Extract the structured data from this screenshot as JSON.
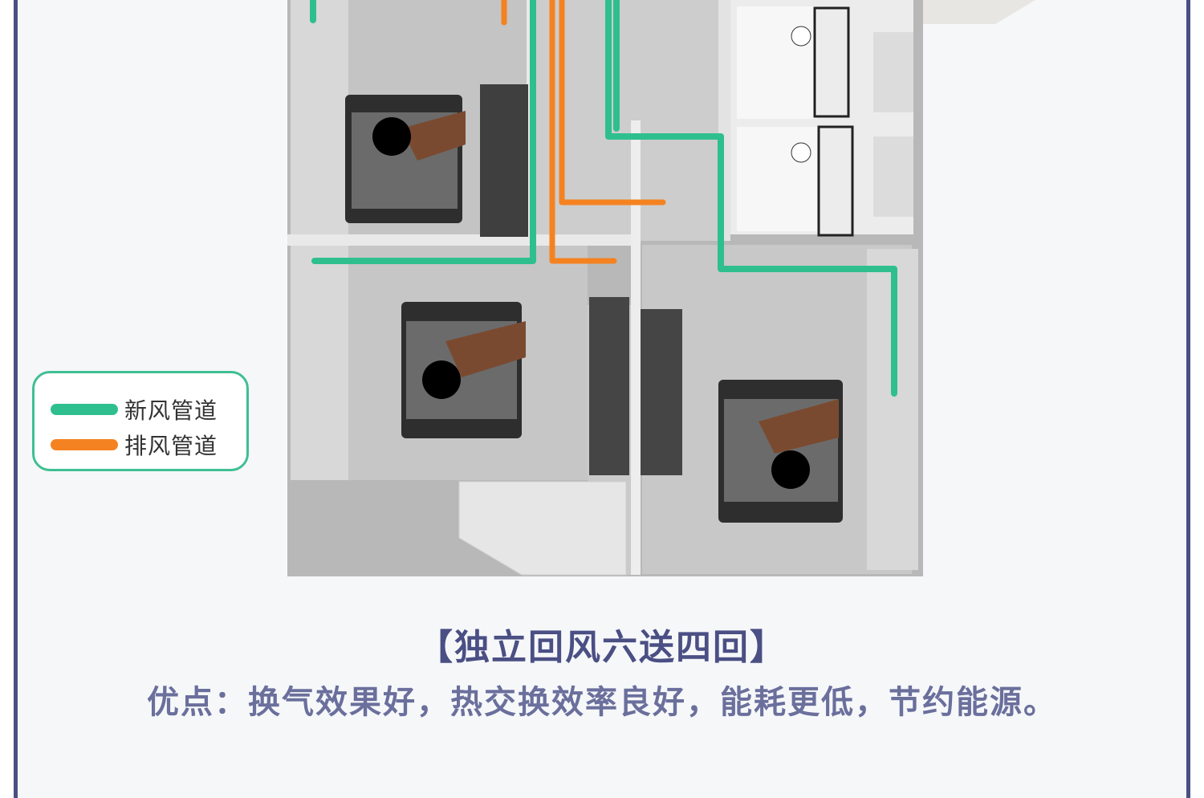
{
  "legend": {
    "items": [
      {
        "label": "新风管道",
        "color": "#2fbf8f"
      },
      {
        "label": "排风管道",
        "color": "#f58220"
      }
    ],
    "border_color": "#3fbf92"
  },
  "caption": {
    "title": "【独立回风六送四回】",
    "description": "优点：换气效果好，热交换效率良好，能耗更低，节约能源。"
  },
  "colors": {
    "fresh_air_duct": "#2fbf8f",
    "exhaust_duct": "#f58220",
    "frame": "#4a4f84",
    "floor": "#c9c9c9"
  }
}
